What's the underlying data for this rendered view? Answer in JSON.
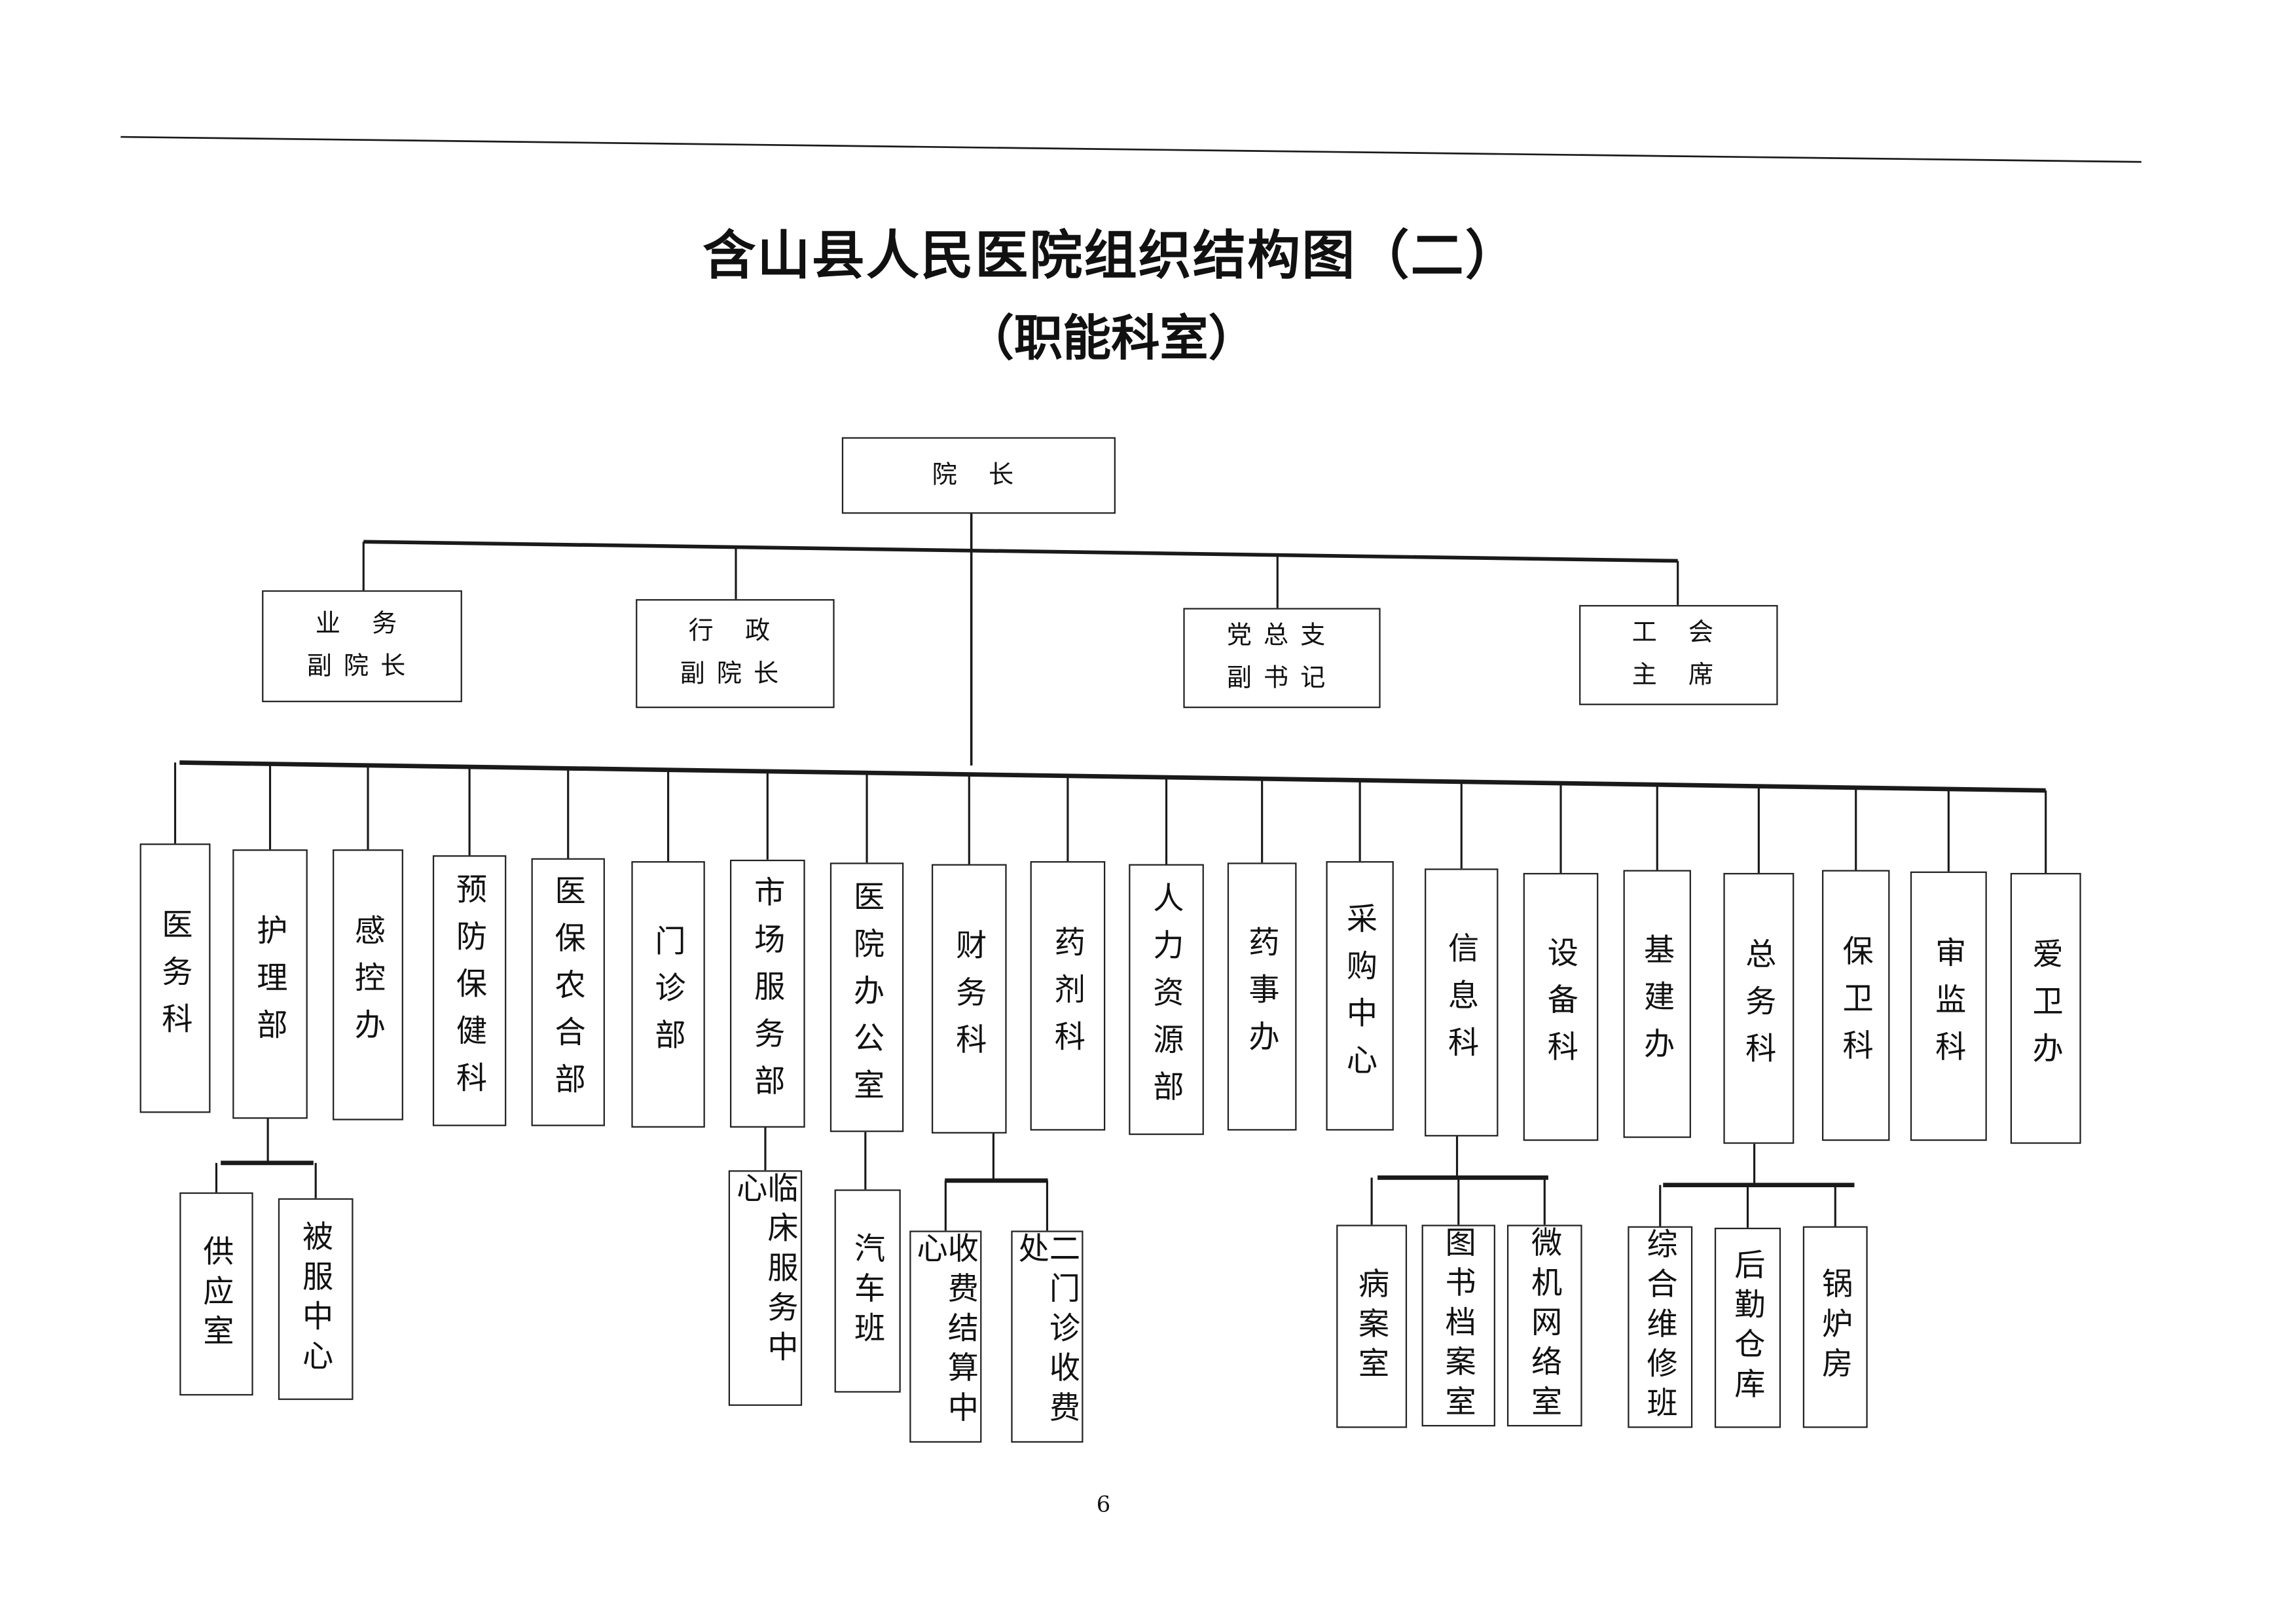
{
  "title": "含山县人民医院组织结构图（二）",
  "subtitle": "（职能科室）",
  "president": "院 长",
  "vice_leaders": [
    {
      "line1": "业 务",
      "line2": "副院长"
    },
    {
      "line1": "行 政",
      "line2": "副院长"
    },
    {
      "line1": "党总支",
      "line2": "副书记"
    },
    {
      "line1": "工 会",
      "line2": "主 席"
    }
  ],
  "departments": [
    {
      "name": "医务科",
      "children": []
    },
    {
      "name": "护理部",
      "children": [
        "供应室",
        "被服中心"
      ]
    },
    {
      "name": "感控办",
      "children": []
    },
    {
      "name": "预防保健科",
      "children": []
    },
    {
      "name": "医保农合部",
      "children": []
    },
    {
      "name": "门诊部",
      "children": []
    },
    {
      "name": "市场服务部",
      "children": [
        "临床服务中心"
      ]
    },
    {
      "name": "医院办公室",
      "children": [
        "汽车班"
      ]
    },
    {
      "name": "财务科",
      "children": [
        "收费结算中心",
        "二门诊收费处"
      ]
    },
    {
      "name": "药剂科",
      "children": []
    },
    {
      "name": "人力资源部",
      "children": []
    },
    {
      "name": "药事办",
      "children": []
    },
    {
      "name": "采购中心",
      "children": []
    },
    {
      "name": "信息科",
      "children": [
        "病案室",
        "图书档案室",
        "微机网络室"
      ]
    },
    {
      "name": "设备科",
      "children": []
    },
    {
      "name": "基建办",
      "children": []
    },
    {
      "name": "总务科",
      "children": [
        "综合维修班",
        "后勤仓库",
        "锅炉房"
      ]
    },
    {
      "name": "保卫科",
      "children": []
    },
    {
      "name": "审监科",
      "children": []
    },
    {
      "name": "爱卫办",
      "children": []
    }
  ],
  "page_number": "6"
}
